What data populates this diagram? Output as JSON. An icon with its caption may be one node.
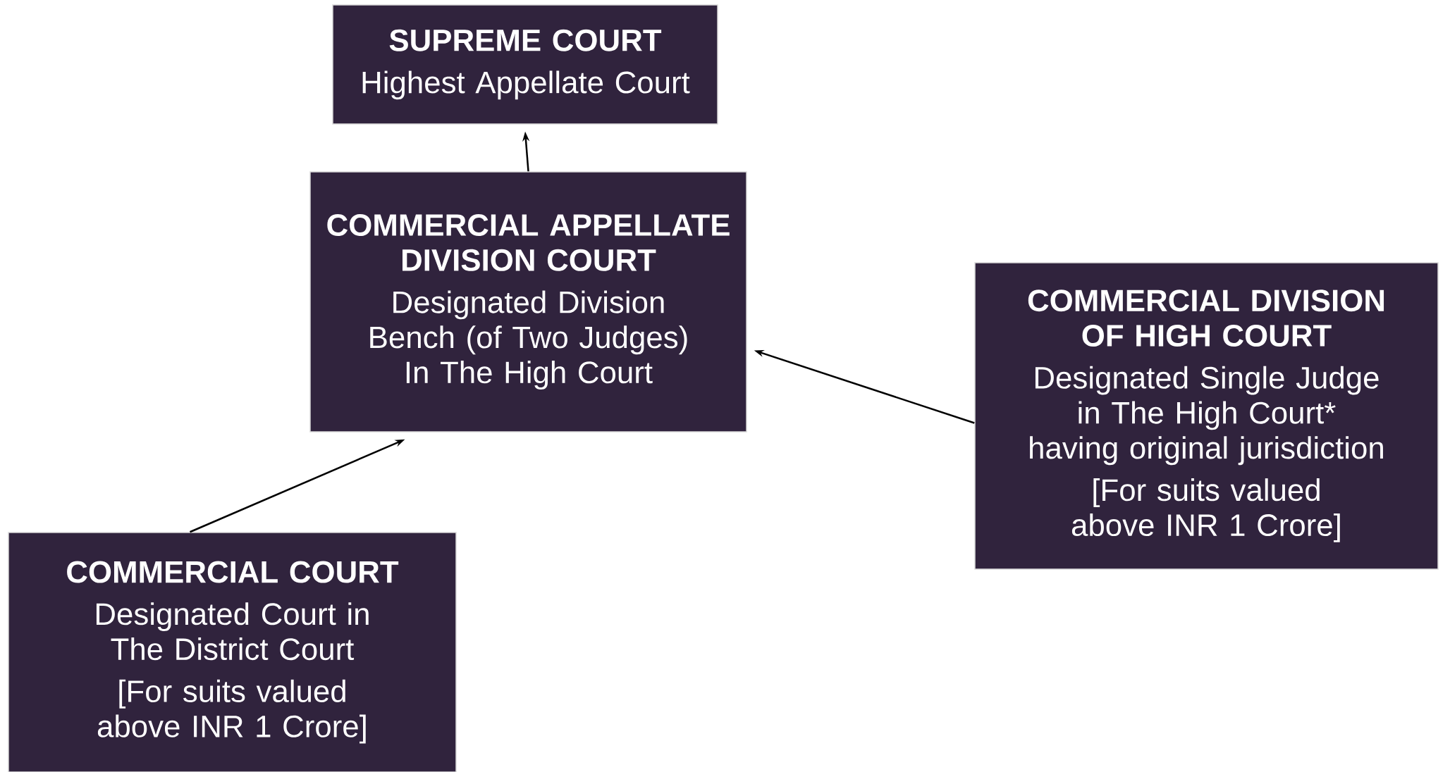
{
  "diagram": {
    "nodes": [
      {
        "text": [
          "SUPREME COURT",
          "Highest Appellate Court"
        ]
      },
      {
        "text": [
          "COMMERCIAL APPELLATE DIVISION COURT",
          "Designated Division Bench (of Two Judges) In The High Court"
        ]
      },
      {
        "text": [
          "COMMERCIAL DIVISION OF HIGH COURT",
          "Designated Single Judge in The High Court* having original jurisdiction",
          "[For suits valued above INR 1 Crore]"
        ]
      },
      {
        "text": [
          "COMMERCIAL COURT",
          "Designated Court in The District Court",
          "[For suits valued above INR 1 Crore]"
        ]
      }
    ],
    "edges": [
      {
        "from": 1,
        "to": 0,
        "arrow": "to"
      },
      {
        "from": 2,
        "to": 1,
        "arrow": "to"
      },
      {
        "from": 3,
        "to": 1,
        "arrow": "to"
      }
    ]
  }
}
